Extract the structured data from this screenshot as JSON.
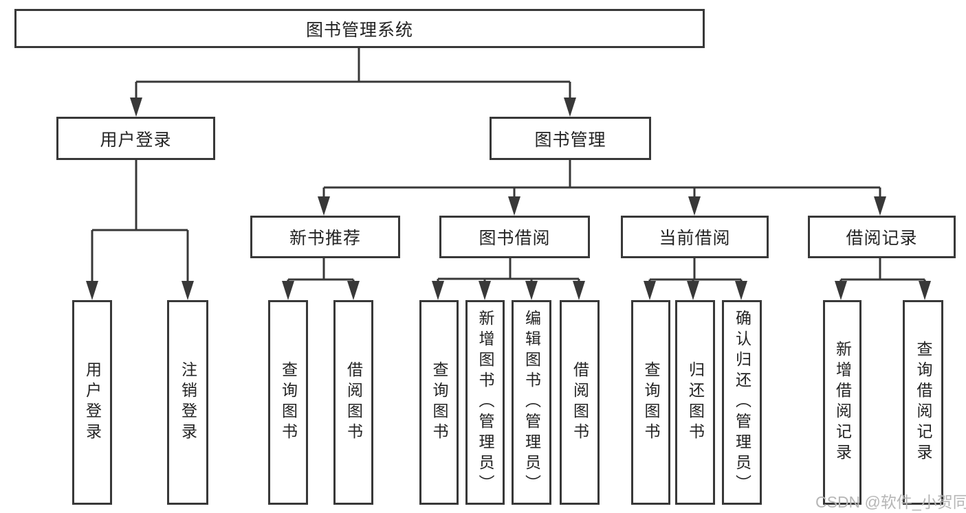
{
  "nodes": {
    "root": "图书管理系统",
    "user_login": "用户登录",
    "book_management": "图书管理",
    "new_book_recommend": "新书推荐",
    "book_borrowing": "图书借阅",
    "current_borrowing": "当前借阅",
    "borrowing_records": "借阅记录",
    "leaf_user_login": "用户登录",
    "leaf_logout": "注销登录",
    "leaf_query_books_recommend": "查询图书",
    "leaf_borrow_books_recommend": "借阅图书",
    "leaf_query_books_borrowing": "查询图书",
    "leaf_add_books_admin": "新增图书（管理员）",
    "leaf_edit_books_admin": "编辑图书（管理员）",
    "leaf_borrow_books_borrowing": "借阅图书",
    "leaf_query_books_current": "查询图书",
    "leaf_return_books": "归还图书",
    "leaf_confirm_return_admin": "确认归还（管理员）",
    "leaf_add_borrow_record": "新增借阅记录",
    "leaf_query_borrow_record": "查询借阅记录"
  },
  "hierarchy": {
    "图书管理系统": {
      "用户登录": [
        "用户登录",
        "注销登录"
      ],
      "图书管理": {
        "新书推荐": [
          "查询图书",
          "借阅图书"
        ],
        "图书借阅": [
          "查询图书",
          "新增图书（管理员）",
          "编辑图书（管理员）",
          "借阅图书"
        ],
        "当前借阅": [
          "查询图书",
          "归还图书",
          "确认归还（管理员）"
        ],
        "借阅记录": [
          "新增借阅记录",
          "查询借阅记录"
        ]
      }
    }
  },
  "watermark": "CSDN @软件_小贺同学",
  "colors": {
    "line": "#383838",
    "text": "#232323",
    "watermark": "#b6b6b6",
    "background": "#ffffff"
  }
}
